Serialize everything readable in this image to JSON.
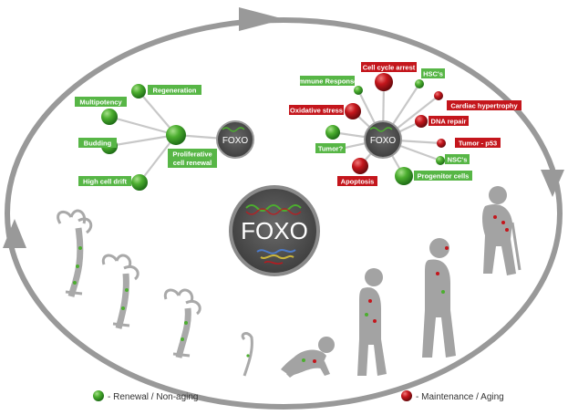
{
  "center": {
    "label": "FOXO"
  },
  "hubs": {
    "left": "FOXO",
    "right": "FOXO"
  },
  "renewal_labels": {
    "regeneration": "Regeneration",
    "multipotency": "Multipotency",
    "budding": "Budding",
    "high_cell_drift": "High cell drift",
    "proliferative_cell_renewal": [
      "Proliferative",
      "cell renewal"
    ]
  },
  "maintenance_labels": {
    "immune_response": "Immune Response",
    "cell_cycle_arrest": "Cell cycle arrest",
    "hscs": "HSC's",
    "cardiac_hypertrophy": "Cardiac hypertrophy",
    "oxidative_stress": "Oxidative stress",
    "dna_repair": "DNA repair",
    "tumor_question": "Tumor?",
    "tumor_p53": "Tumor - p53",
    "nscs": "NSC's",
    "apoptosis": "Apoptosis",
    "progenitor_cells": "Progenitor cells"
  },
  "legend": {
    "green": "- Renewal / Non-aging",
    "red": "- Maintenance / Aging"
  },
  "colors": {
    "green": "#4cae2f",
    "green_label": "#57b646",
    "red": "#c4161c",
    "red_label": "#c4161c",
    "gray": "#999999",
    "dark": "#3a3a3a"
  }
}
